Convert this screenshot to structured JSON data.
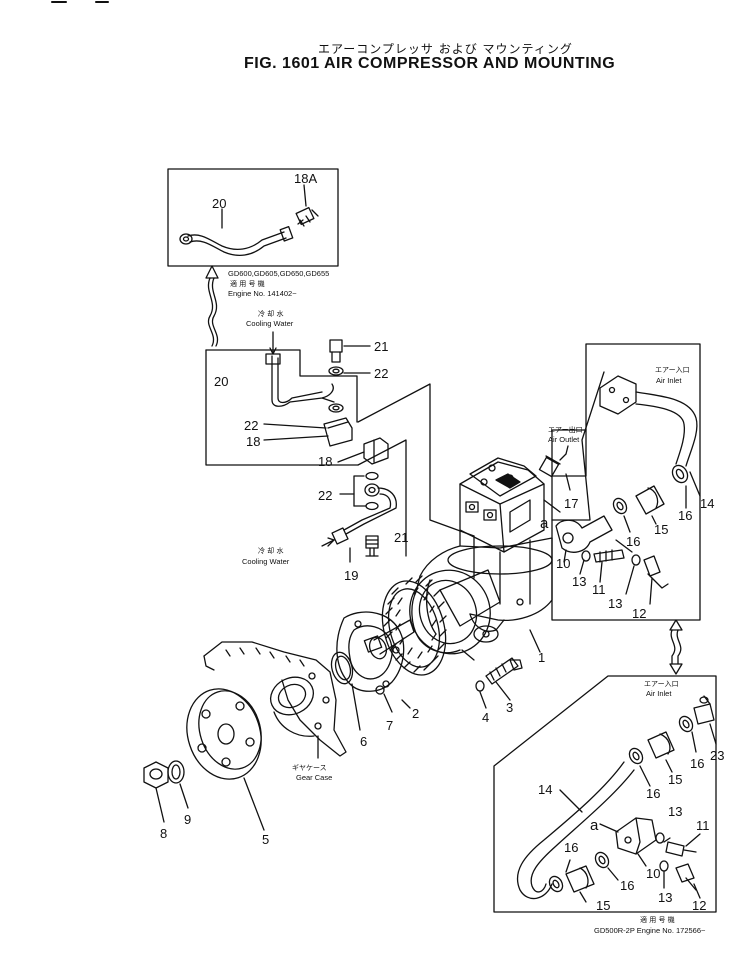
{
  "title_jp": "エアーコンプレッサ および マウンティング",
  "title": "FIG. 1601  AIR COMPRESSOR AND MOUNTING",
  "inset_top": {
    "models": "GD600,GD605,GD650,GD655",
    "engine_jp": "適 用 号 機",
    "engine": "Engine No. 141402~",
    "callouts": [
      "18A",
      "20"
    ]
  },
  "cooling_top_jp": "冷 却 水",
  "cooling_top": "Cooling Water",
  "cooling_left_jp": "冷 却 水",
  "cooling_left": "Cooling Water",
  "air_inlet_upper_jp": "エアー入口",
  "air_inlet_upper": "Air Inlet",
  "air_outlet_jp": "エアー出口",
  "air_outlet": "Air Outlet",
  "air_inlet_lower_jp": "エアー入口",
  "air_inlet_lower": "Air Inlet",
  "gear_case_jp": "ギヤケース",
  "gear_case": "Gear Case",
  "footer_jp": "適 用 号 機",
  "footer": "GD500R-2P  Engine No. 172566~",
  "callouts": {
    "c20a": "20",
    "c21a": "21",
    "c22a": "22",
    "c22b": "22",
    "c18a": "18",
    "c18b": "18",
    "c22c": "22",
    "c21b": "21",
    "c19": "19",
    "c17": "17",
    "ca1": "a",
    "c10a": "10",
    "c16a": "16",
    "c15a": "15",
    "c16b": "16",
    "c14a": "14",
    "c13a": "13",
    "c11a": "11",
    "c13b": "13",
    "c12a": "12",
    "c1": "1",
    "c2": "2",
    "c3": "3",
    "c4": "4",
    "c5": "5",
    "c6": "6",
    "c7": "7",
    "c8": "8",
    "c9": "9",
    "c23": "23",
    "c16c": "16",
    "c15b": "15",
    "c16d": "16",
    "c14b": "14",
    "c13c": "13",
    "c11b": "11",
    "ca2": "a",
    "c13d": "13",
    "c10b": "10",
    "c16e": "16",
    "c15c": "15",
    "c16f": "16",
    "c12b": "12"
  }
}
